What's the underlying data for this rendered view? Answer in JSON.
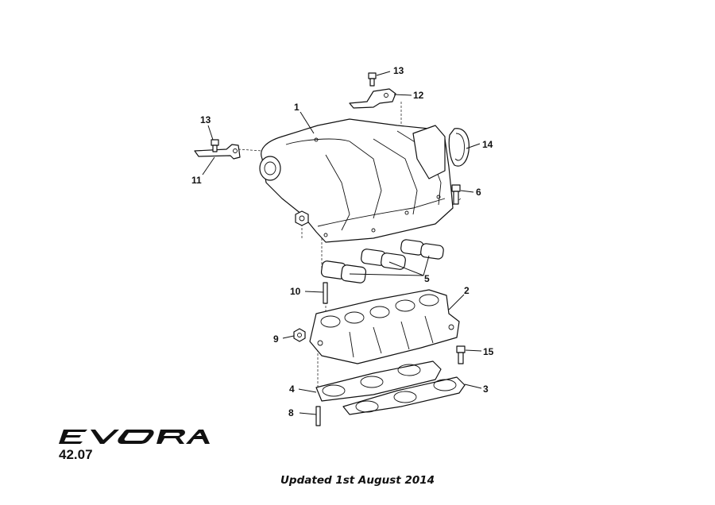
{
  "diagram": {
    "callouts": [
      {
        "id": "c1",
        "label": "1"
      },
      {
        "id": "c2",
        "label": "2"
      },
      {
        "id": "c3",
        "label": "3"
      },
      {
        "id": "c4",
        "label": "4"
      },
      {
        "id": "c5",
        "label": "5"
      },
      {
        "id": "c6",
        "label": "6"
      },
      {
        "id": "c8",
        "label": "8"
      },
      {
        "id": "c9",
        "label": "9"
      },
      {
        "id": "c10",
        "label": "10"
      },
      {
        "id": "c11",
        "label": "11"
      },
      {
        "id": "c12",
        "label": "12"
      },
      {
        "id": "c13a",
        "label": "13"
      },
      {
        "id": "c13b",
        "label": "13"
      },
      {
        "id": "c14",
        "label": "14"
      },
      {
        "id": "c15",
        "label": "15"
      }
    ]
  },
  "footer": {
    "brand": "EVORA",
    "page_number": "42.07",
    "updated": "Updated 1st August 2014"
  }
}
